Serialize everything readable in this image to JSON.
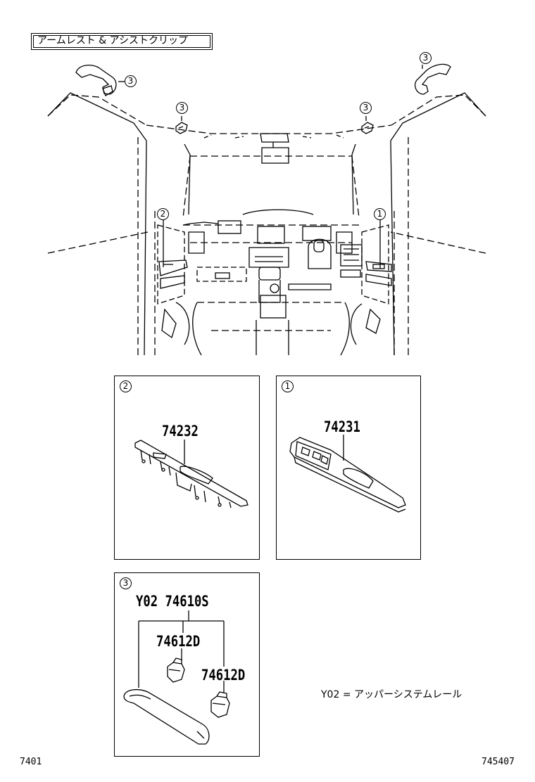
{
  "title": "アームレスト & アシストクリップ",
  "callouts": {
    "one": "1",
    "two": "2",
    "three": "3"
  },
  "panels": {
    "left": {
      "callout": "2",
      "part_number": "74232"
    },
    "right": {
      "callout": "1",
      "part_number": "74231"
    },
    "bottom": {
      "callout": "3",
      "main_part": "Y02 74610S",
      "sub_part_a": "74612D",
      "sub_part_b": "74612D"
    }
  },
  "note": "Y02 = アッパーシステムレール",
  "footer": {
    "left_code": "7401",
    "right_code": "745407"
  }
}
